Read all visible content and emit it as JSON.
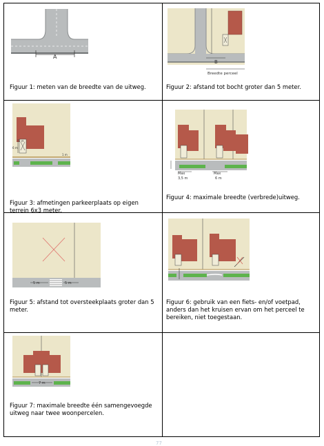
{
  "figures": [
    {
      "caption": "Figuur 1: meten van de breedte van de uitweg.",
      "labels": [
        "A"
      ]
    },
    {
      "caption": "Figuur 2: afstand tot bocht groter dan 5 meter.",
      "labels": [
        "B",
        "Breedte perceel"
      ]
    },
    {
      "caption": "Figuur 3: afmetingen parkeerplaats op eigen terrein 6x3 meter.",
      "labels": [
        "3 m",
        "6 m",
        "1 m"
      ]
    },
    {
      "caption": "Figuur 4: maximale breedte (verbrede)uitweg.",
      "labels": [
        "Max",
        "3,5 m",
        "Max",
        "6 m"
      ]
    },
    {
      "caption": "Figuur 5: afstand tot oversteekplaats groter dan 5 meter.",
      "labels": [
        "5 m",
        "5 m"
      ]
    },
    {
      "caption": "Figuur 6: gebruik van een fiets- en/of voetpad, anders dan het kruisen ervan om het perceel te bereiken, niet toegestaan.",
      "labels": []
    },
    {
      "caption": "Figuur 7: maximale breedte één samengevoegde uitweg naar twee woonpercelen.",
      "labels": [
        "7 m"
      ]
    }
  ],
  "page_number": "77",
  "colors": {
    "house": "#b5594a",
    "plot": "#ece6c9",
    "road": "#b9bcbd",
    "green": "#5eb34d",
    "car": "#f0ecd8"
  }
}
